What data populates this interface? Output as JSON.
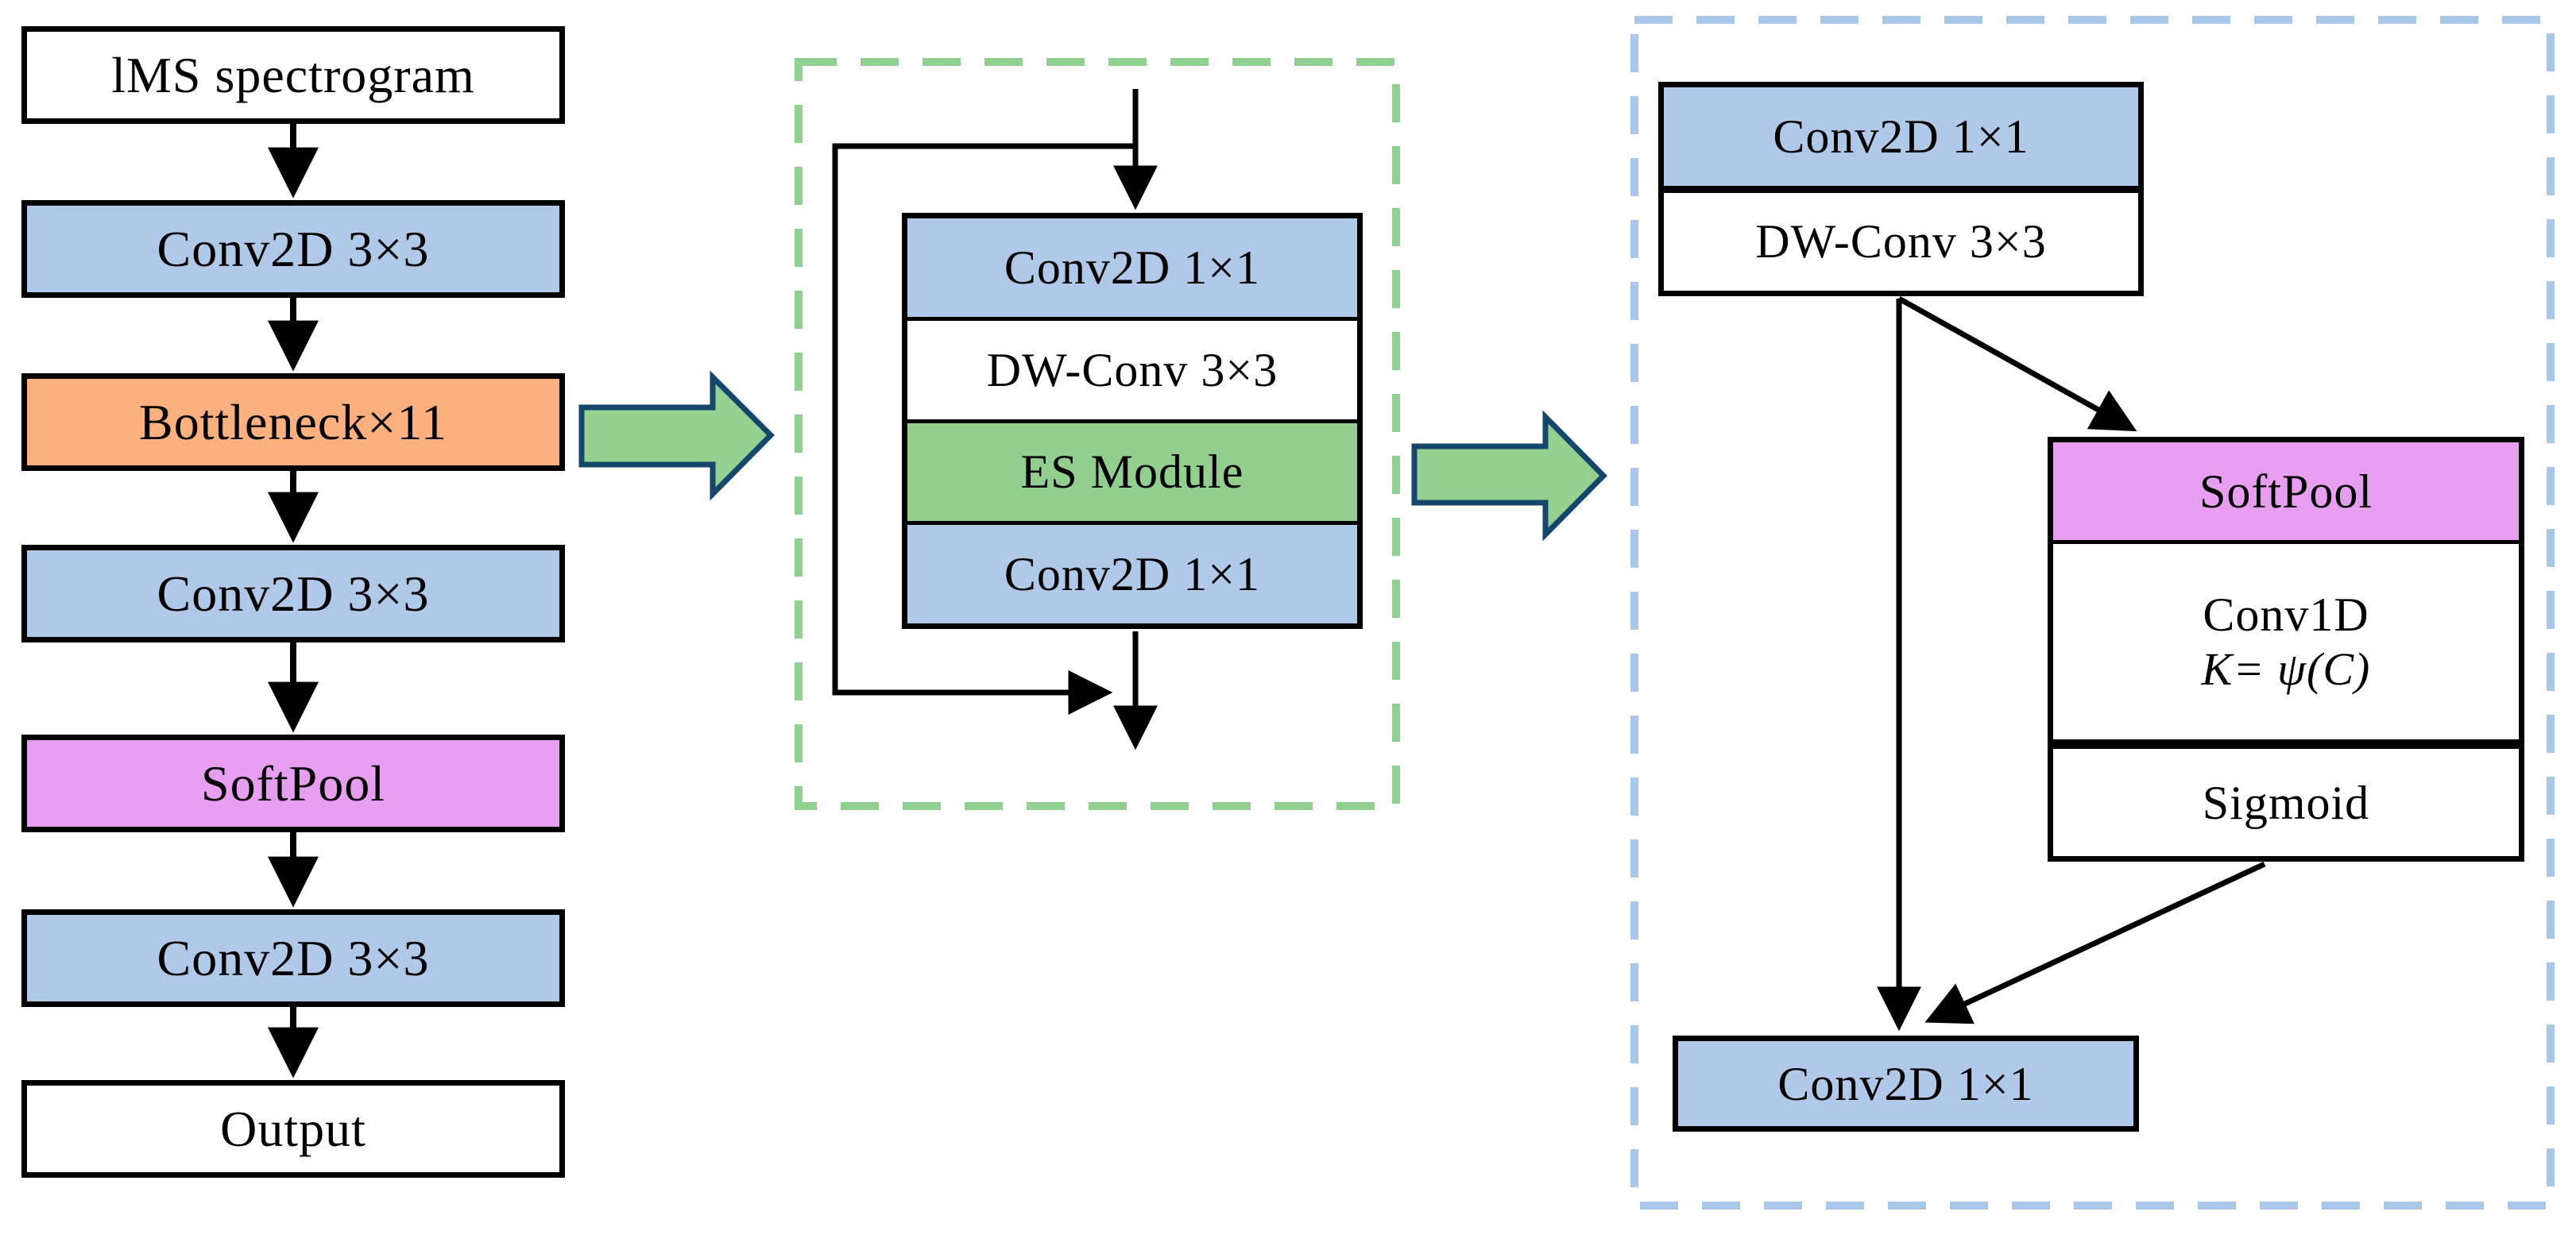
{
  "figure": {
    "description": "Network architecture diagram: main pipeline, bottleneck block detail, ES module detail"
  },
  "pipeline": {
    "nodes": [
      {
        "label": "lMS spectrogram",
        "fill": "white"
      },
      {
        "label": "Conv2D 3×3",
        "fill": "blue"
      },
      {
        "label": "Bottleneck×11",
        "fill": "orange"
      },
      {
        "label": "Conv2D 3×3",
        "fill": "blue"
      },
      {
        "label": "SoftPool",
        "fill": "magenta"
      },
      {
        "label": "Conv2D 3×3",
        "fill": "blue"
      },
      {
        "label": "Output",
        "fill": "white"
      }
    ]
  },
  "bottleneck_detail": {
    "rows": [
      {
        "label": "Conv2D 1×1",
        "fill": "blue"
      },
      {
        "label": "DW-Conv 3×3",
        "fill": "white"
      },
      {
        "label": "ES Module",
        "fill": "green"
      },
      {
        "label": "Conv2D 1×1",
        "fill": "blue"
      }
    ]
  },
  "es_module_detail": {
    "top_rows": [
      {
        "label": "Conv2D 1×1",
        "fill": "blue"
      },
      {
        "label": "DW-Conv 3×3",
        "fill": "white"
      }
    ],
    "attention_rows": [
      {
        "label": "SoftPool",
        "fill": "magenta"
      },
      {
        "label": "Conv1D",
        "sublabel": "K= ψ(C)",
        "fill": "white"
      },
      {
        "label": "Sigmoid",
        "fill": "white"
      }
    ],
    "bottom_label": "Conv2D 1×1"
  },
  "colors": {
    "node_blue": "#b0c9e8",
    "node_orange": "#fbb07d",
    "node_magenta": "#e89ef0",
    "node_green": "#92cf8e",
    "block_arrow_fill": "#94d190",
    "block_arrow_border": "#15466b",
    "dashed_panel_green": "#90d090",
    "dashed_panel_blue": "#a9c7e8",
    "line_black": "#000000"
  }
}
